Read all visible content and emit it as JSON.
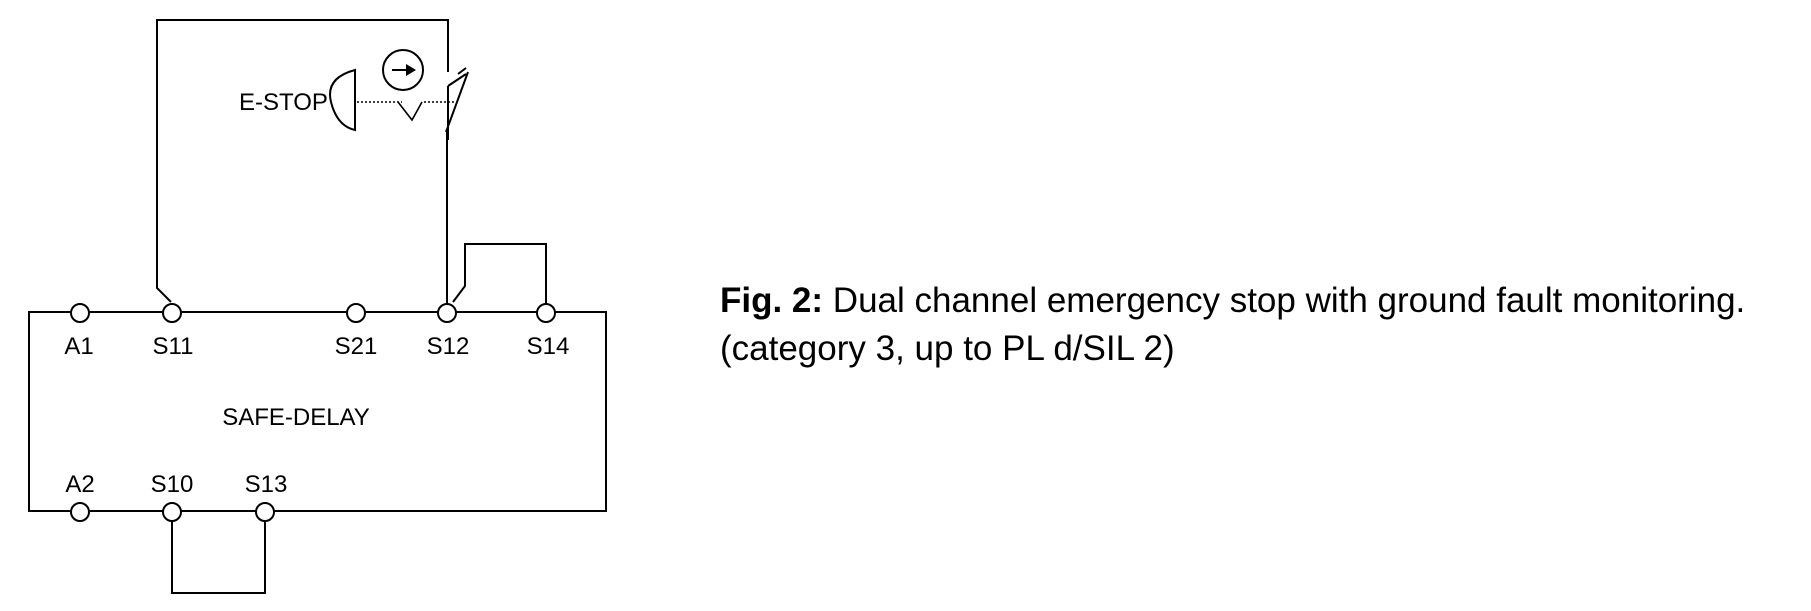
{
  "diagram": {
    "device_label": "SAFE-DELAY",
    "estop_label": "E-STOP",
    "terminals_top": [
      "A1",
      "S11",
      "S21",
      "S12",
      "S14"
    ],
    "terminals_bottom": [
      "A2",
      "S10",
      "S13"
    ]
  },
  "caption": {
    "fig_label": "Fig. 2:",
    "text": "Dual channel emergency stop with ground fault monitoring.",
    "line2": "(category 3, up to PL d/SIL 2)"
  }
}
